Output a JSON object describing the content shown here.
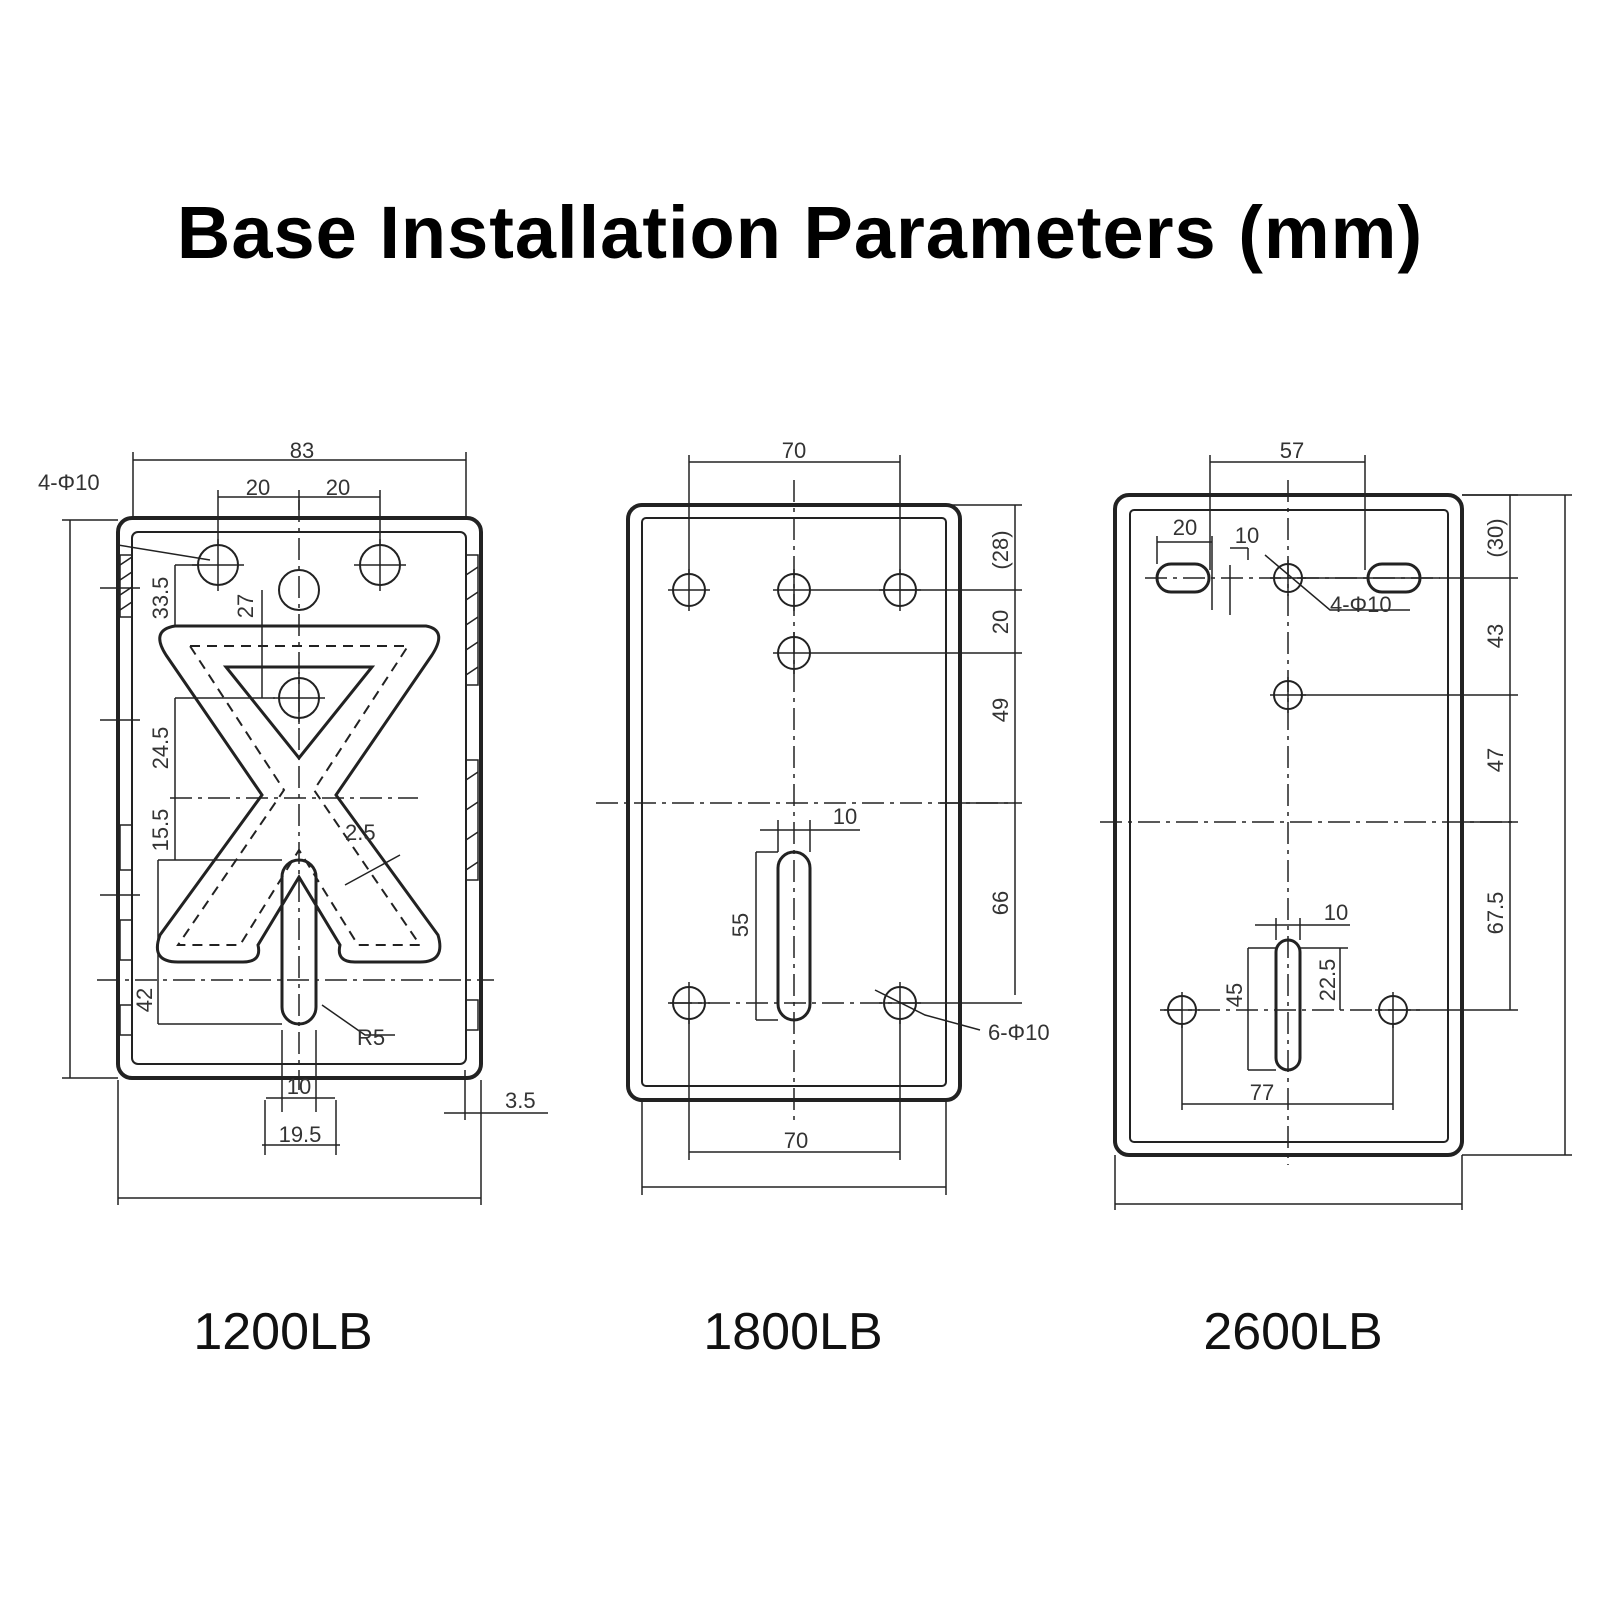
{
  "title": "Base Installation Parameters (mm)",
  "models": [
    {
      "label": "1200LB",
      "dims": {
        "width_top": "83",
        "hole_spacing_left": "20",
        "hole_spacing_right": "20",
        "holes_callout": "4-Φ10",
        "d_33_5": "33.5",
        "d_27": "27",
        "d_24_5": "24.5",
        "d_15_5": "15.5",
        "d_42": "42",
        "d_2_5": "2.5",
        "radius": "R5",
        "slot_width": "10",
        "slot_outer": "19.5",
        "edge": "3.5"
      }
    },
    {
      "label": "1800LB",
      "dims": {
        "width_top": "70",
        "d_28": "(28)",
        "d_20": "20",
        "d_49": "49",
        "d_66": "66",
        "slot_width": "10",
        "slot_length": "55",
        "holes_callout": "6-Φ10",
        "width_bottom": "70"
      }
    },
    {
      "label": "2600LB",
      "dims": {
        "width_top": "57",
        "d_20": "20",
        "d_10": "10",
        "holes_callout": "4-Φ10",
        "d_30": "(30)",
        "d_43": "43",
        "d_47": "47",
        "d_67_5": "67.5",
        "slot_width": "10",
        "d_45": "45",
        "d_22_5": "22.5",
        "d_77": "77"
      }
    }
  ]
}
